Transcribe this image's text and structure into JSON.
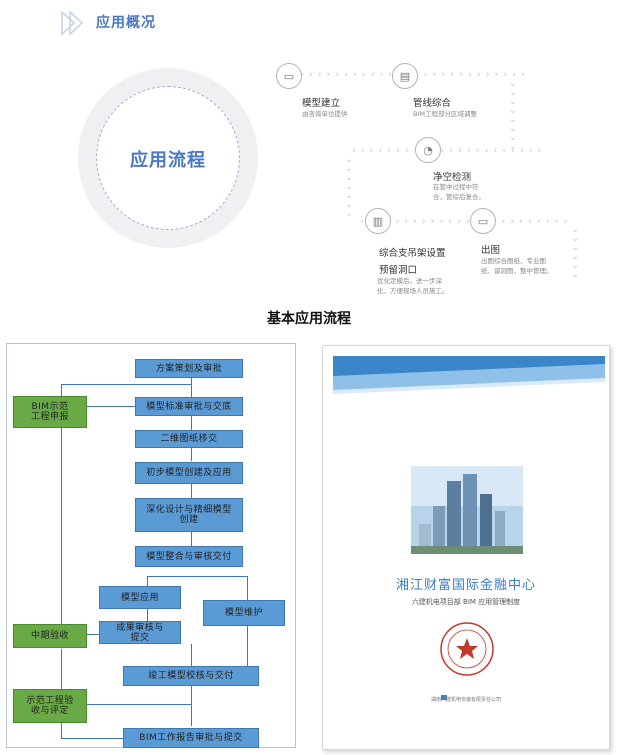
{
  "header": {
    "title": "应用概况"
  },
  "circle": {
    "label": "应用流程"
  },
  "flow_steps": [
    {
      "title": "模型建立",
      "desc": "由咨询单位提供",
      "icon": "inbox-icon"
    },
    {
      "title": "管线综合",
      "desc": "BIM工程部分区域调整",
      "icon": "printer-icon"
    },
    {
      "title": "净空检测",
      "desc": [
        "在管中过程中符",
        "合，管综后复合。"
      ],
      "icon": "pie-chart-icon"
    },
    {
      "title": "综合支吊架设置",
      "icon": "bar-chart-icon"
    },
    {
      "title": "预留洞口",
      "desc": [
        "优化定模后，进一步深",
        "化，方便现场人员施工。"
      ]
    },
    {
      "title": "出图",
      "desc": [
        "出图综合图纸、专业图",
        "纸、留洞图，整中管理。"
      ],
      "icon": "monitor-icon"
    }
  ],
  "caption": "基本应用流程",
  "flowchart": {
    "boxes": {
      "b1": "方案策划及审批",
      "b2": "模型标准审批与交底",
      "b3": "二维图纸移交",
      "b4": "初步模型创建及应用",
      "b5": "深化设计与精细模型创建",
      "b6": "模型整合与审核交付",
      "b7": "模型应用",
      "b8": "模型维护",
      "b9": "成果审核与提交",
      "b10": "竣工模型校核与交付",
      "b11": "BIM工作报告审批与提交",
      "g1": "BIM示范工程申报",
      "g2": "中期验收",
      "g3": "示范工程验收与评定"
    }
  },
  "document": {
    "title": "湘江财富国际金融中心",
    "subtitle": "六建机电项目部 BIM 应用管理制度",
    "footer": "湖南六建机电安装有限责任公司",
    "colors": {
      "title": "#3b7dc4",
      "banner": "#3a86c8",
      "seal": "#c0392b"
    }
  }
}
